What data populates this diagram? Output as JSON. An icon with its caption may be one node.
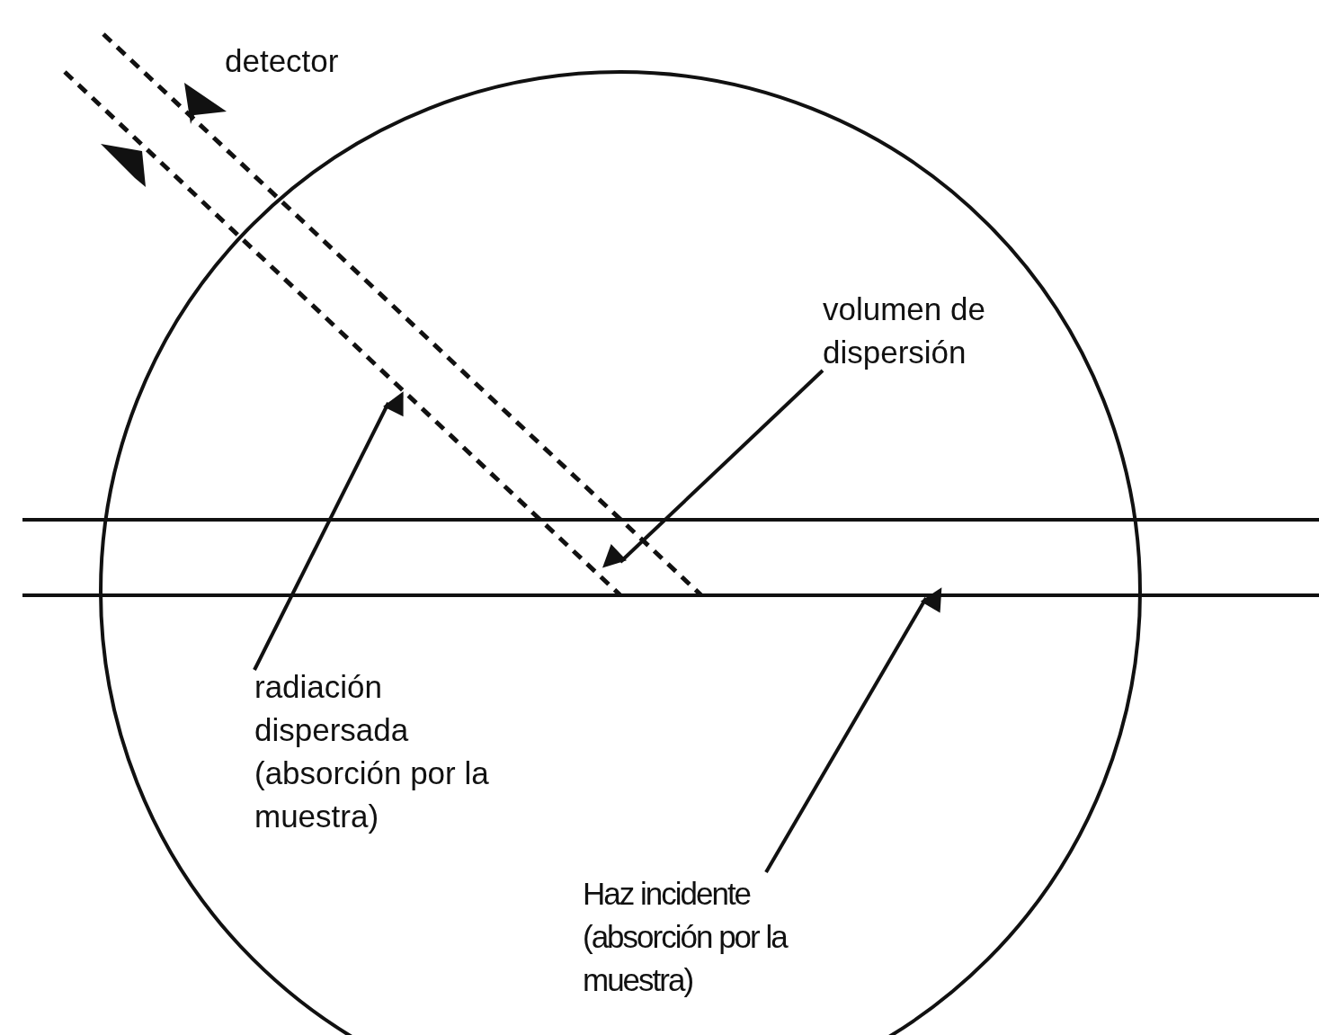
{
  "diagram": {
    "nodes": [
      {
        "text": [
          "volumen de dispersión"
        ]
      },
      {
        "text": [
          "radiación dispersada (absorción por la muestra)"
        ]
      },
      {
        "text": [
          "Haz incidente (absorción por la muestra)"
        ]
      }
    ],
    "edges": [
      {
        "from": 0,
        "to": null,
        "arrow": "to"
      },
      {
        "from": 1,
        "to": null,
        "arrow": "to"
      },
      {
        "from": 2,
        "to": null,
        "arrow": "to"
      }
    ],
    "labels": [
      "detector"
    ]
  }
}
